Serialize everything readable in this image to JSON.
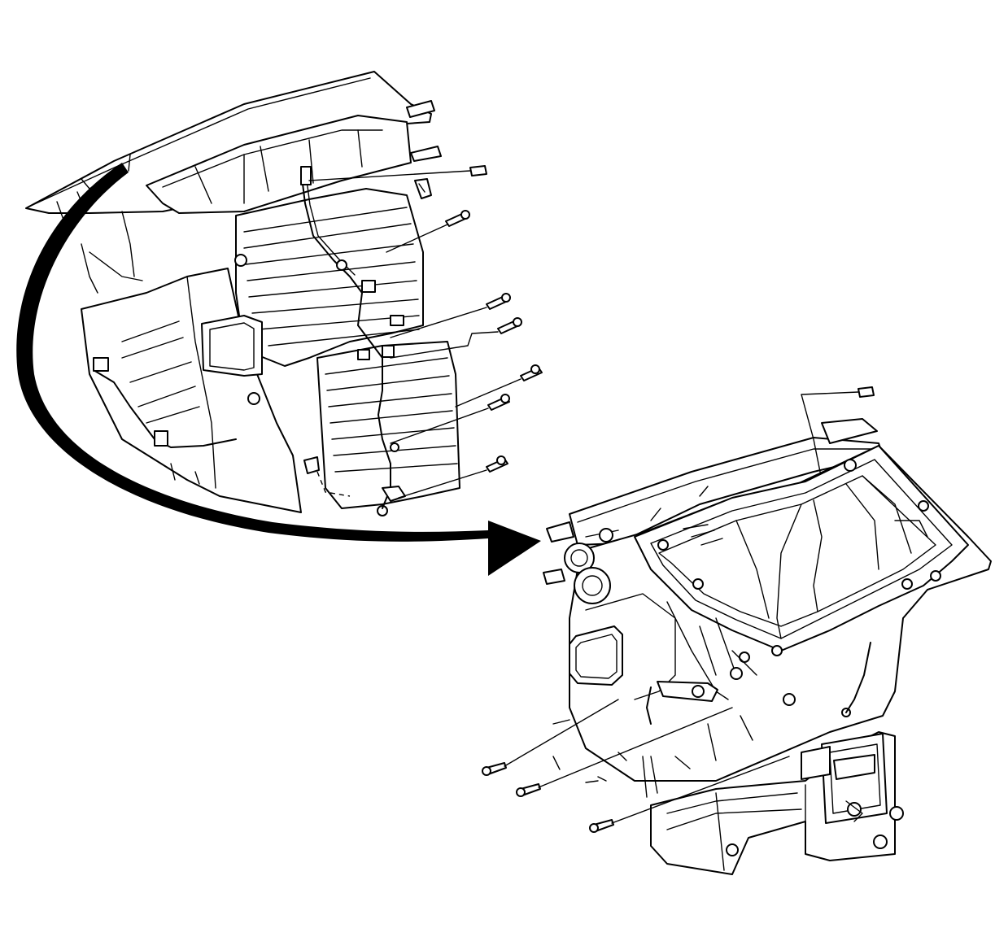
{
  "figure": {
    "kind": "exploded-assembly-illustration",
    "line_color": "#000000",
    "background": "#ffffff",
    "left_assembly": {
      "description_icon": "hvac-module-lower-case-icon",
      "screw_count": 7
    },
    "right_assembly": {
      "description_icon": "hvac-module-upper-case-icon",
      "screw_count": 3
    },
    "transfer_arrow": {
      "icon": "curved-arrow-icon",
      "direction": "left-to-right"
    }
  }
}
